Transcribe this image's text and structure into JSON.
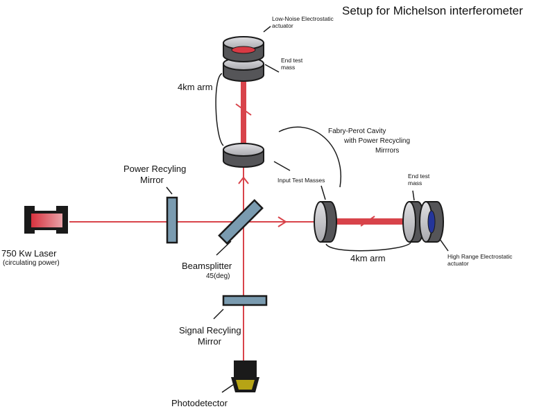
{
  "title": "Setup for Michelson interferometer",
  "labels": {
    "low_noise_actuator": [
      "Low-Noise Electrostatic",
      "actuator"
    ],
    "end_test_mass_top": [
      "End test",
      "mass"
    ],
    "arm_vertical": "4km arm",
    "fabry_perot": [
      "Fabry-Perot Cavity",
      "with Power Recycling",
      "Mirrrors"
    ],
    "input_test_masses": "Input Test Masses",
    "end_test_mass_right": [
      "End test",
      "mass"
    ],
    "power_recycling_mirror": [
      "Power Recyling",
      "Mirror"
    ],
    "laser": "750 Kw Laser",
    "laser_sub": "(circulating power)",
    "beamsplitter": "Beamsplitter",
    "beamsplitter_angle": "45(deg)",
    "arm_horizontal": "4km arm",
    "high_range_actuator": [
      "High Range Electrostatic",
      "actuator"
    ],
    "signal_recycling_mirror": [
      "Signal Recyling",
      "Mirror"
    ],
    "photodetector": "Photodetector"
  },
  "colors": {
    "beam": "#d8434a",
    "beam_light": "#e07b80",
    "mirror_blue": "#7a9bb0",
    "test_mass_gray": "#b8b8bc",
    "actuator_red": "#d83a44",
    "actuator_blue": "#24359a",
    "detector_yellow": "#b6a415",
    "outline": "#1a1a1a"
  }
}
